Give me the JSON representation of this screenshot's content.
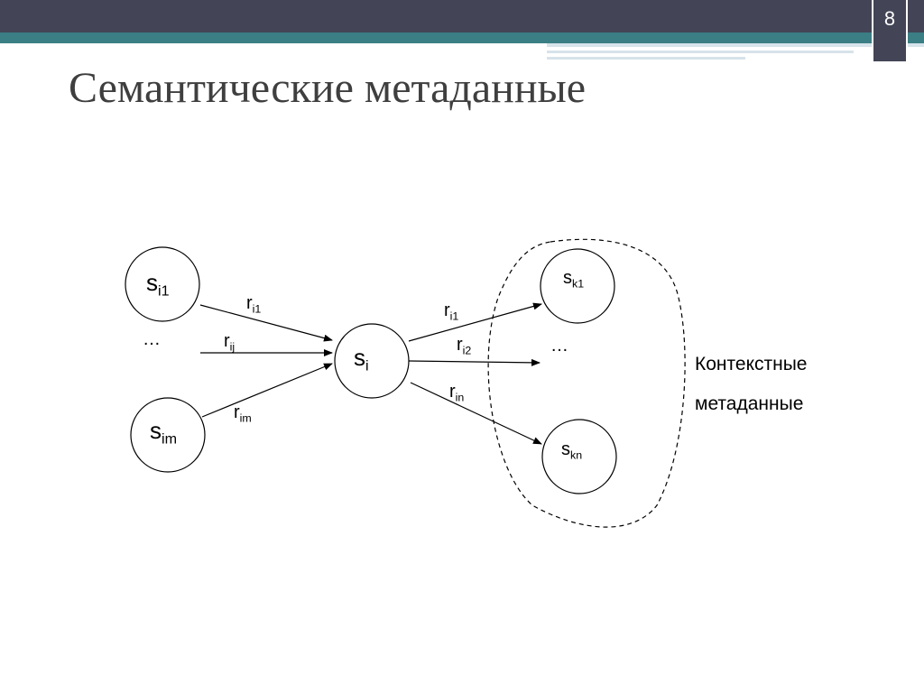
{
  "slide": {
    "number": "8",
    "title": "Семантические метаданные",
    "colors": {
      "dark_band": "#434556",
      "teal_band": "#3b7f85",
      "stripe": "#d7e3ea"
    }
  },
  "diagram": {
    "nodes": {
      "si1": {
        "main": "s",
        "sub": "i1"
      },
      "sim": {
        "main": "s",
        "sub": "im"
      },
      "si": {
        "main": "s",
        "sub": "i"
      },
      "sk1": {
        "main": "s",
        "sub": "k1"
      },
      "skn": {
        "main": "s",
        "sub": "kn"
      }
    },
    "edges": {
      "ri1_in": {
        "main": "r",
        "sub": "i1"
      },
      "rij": {
        "main": "r",
        "sub": "ij"
      },
      "rim": {
        "main": "r",
        "sub": "im"
      },
      "ri1_out": {
        "main": "r",
        "sub": "i1"
      },
      "ri2": {
        "main": "r",
        "sub": "i2"
      },
      "rin": {
        "main": "r",
        "sub": "in"
      }
    },
    "ellipsis_left": "…",
    "ellipsis_right": "…",
    "context_group": {
      "line1": "Контекстные",
      "line2": "метаданные"
    }
  }
}
